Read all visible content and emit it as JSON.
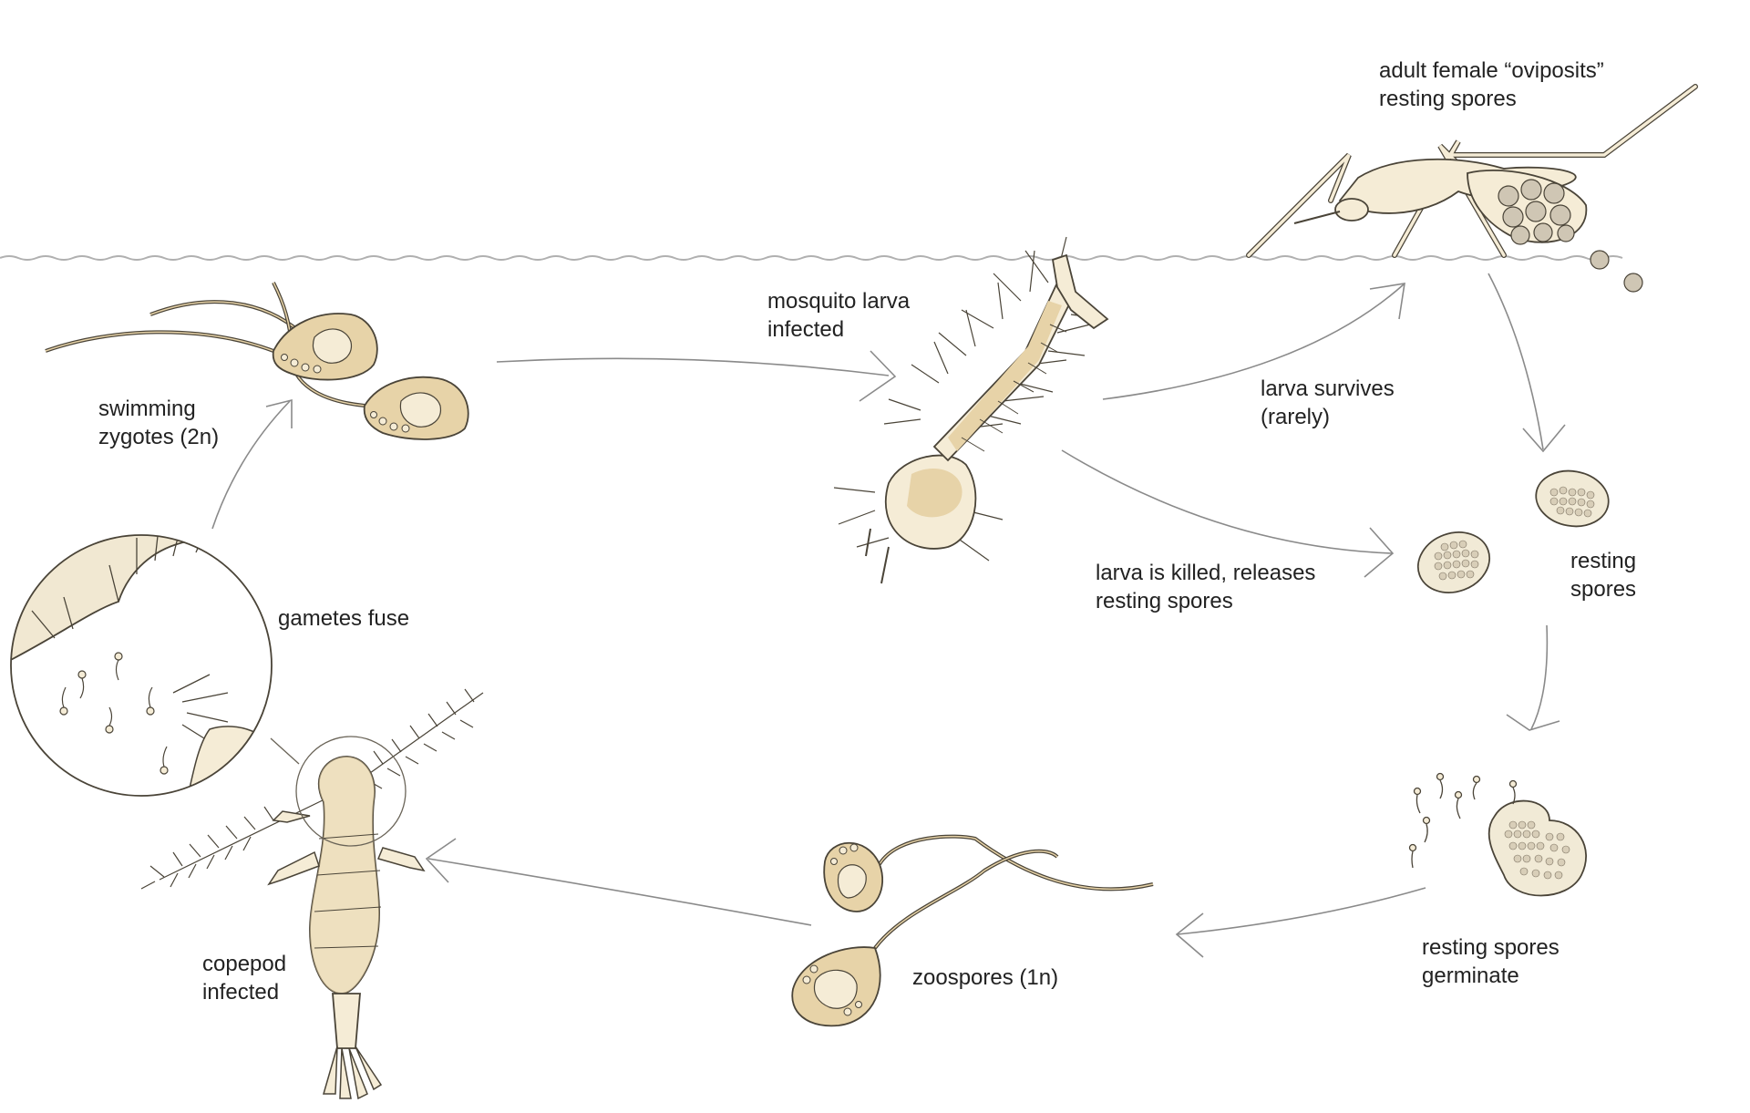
{
  "colors": {
    "creature_fill": "#e7d3a8",
    "creature_light": "#f5ecd6",
    "outline": "#4a4438",
    "arrow": "#8a8a8a",
    "water_line": "#b0b0b0",
    "text": "#222222"
  },
  "labels": {
    "adult_female": [
      "adult female “oviposits”",
      "resting spores"
    ],
    "mosquito_larva": [
      "mosquito larva",
      "infected"
    ],
    "larva_survives": [
      "larva survives",
      "(rarely)"
    ],
    "larva_killed": [
      "larva is killed, releases",
      "resting spores"
    ],
    "resting_spores": [
      "resting",
      "spores"
    ],
    "resting_spores_germinate": [
      "resting spores",
      "germinate"
    ],
    "zoospores": [
      "zoospores (1n)"
    ],
    "copepod": [
      "copepod",
      "infected"
    ],
    "gametes_fuse": [
      "gametes fuse"
    ],
    "swimming_zygotes": [
      "swimming",
      "zygotes (2n)"
    ]
  },
  "icons": [
    "mosquito-adult-icon",
    "mosquito-larva-icon",
    "resting-spore-icon",
    "germinating-spore-icon",
    "zoospore-icon",
    "zygote-icon",
    "copepod-icon",
    "gamete-magnifier-icon"
  ]
}
